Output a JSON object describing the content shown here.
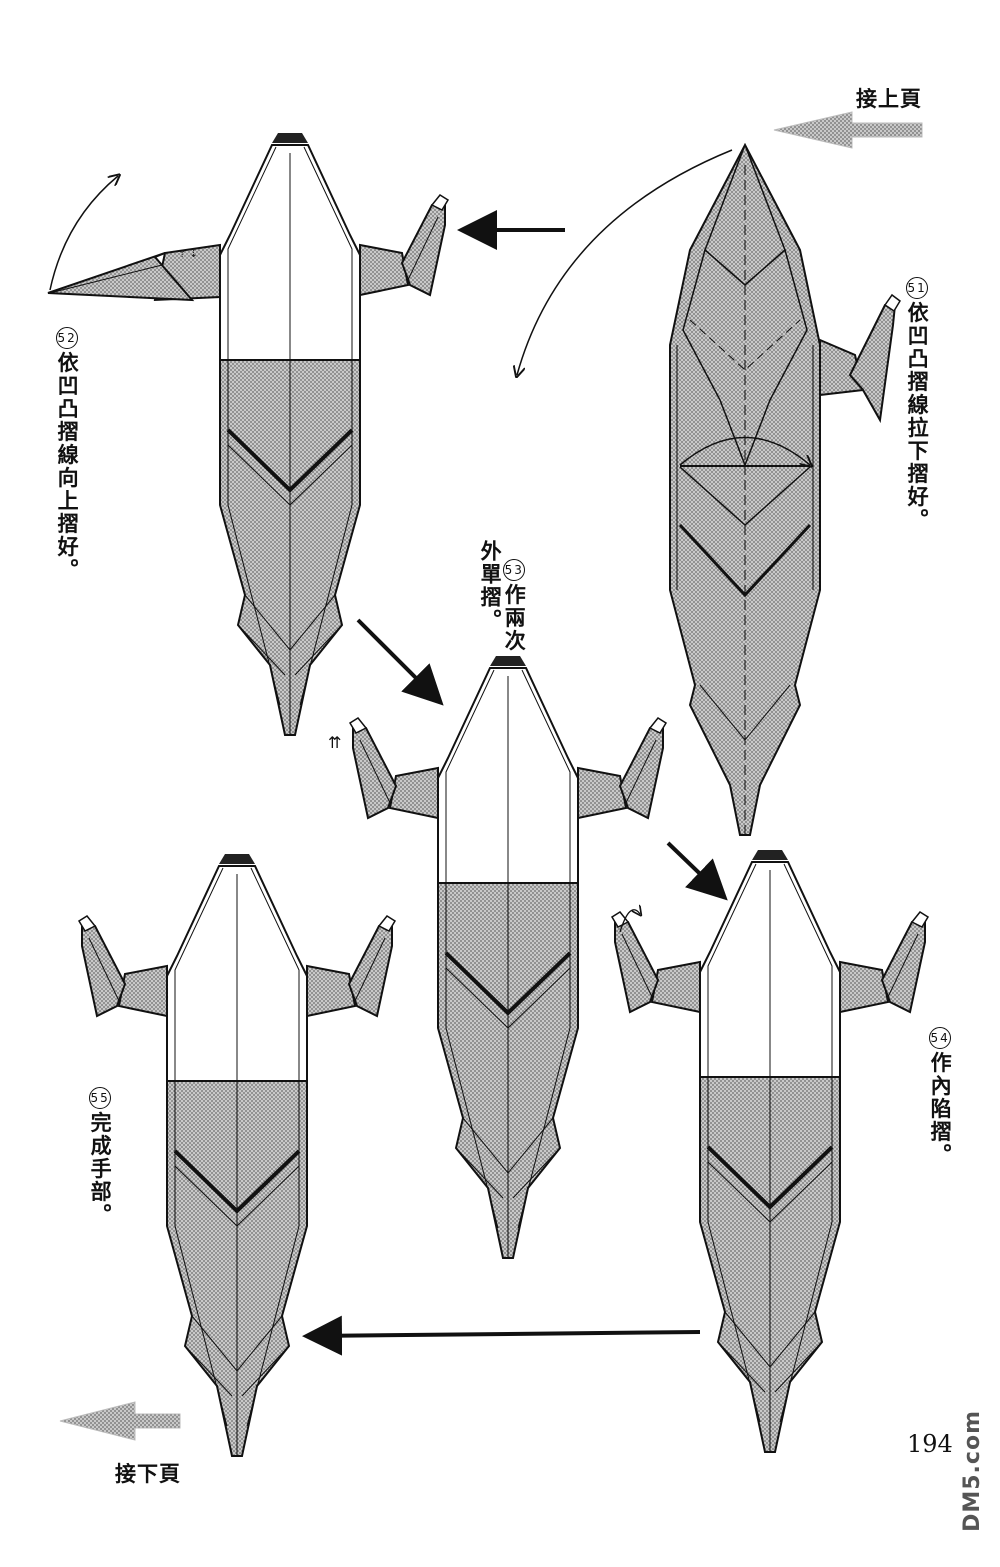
{
  "nav": {
    "continued_from": "接上頁",
    "continued_to": "接下頁"
  },
  "steps": [
    {
      "number": "51",
      "text": "依凹凸摺線拉下摺好。"
    },
    {
      "number": "52",
      "text": "依凹凸摺線向上摺好。"
    },
    {
      "number": "53",
      "text": "作兩次\n外單摺。"
    },
    {
      "number": "54",
      "text": "作內陷摺。"
    },
    {
      "number": "55",
      "text": "完成手部。"
    }
  ],
  "page_number": "194",
  "watermark": "DM5.com",
  "colors": {
    "line": "#111111",
    "shade": "#a8a8a8",
    "paper": "#ffffff",
    "nav_arrow": "#bdbdbd"
  }
}
